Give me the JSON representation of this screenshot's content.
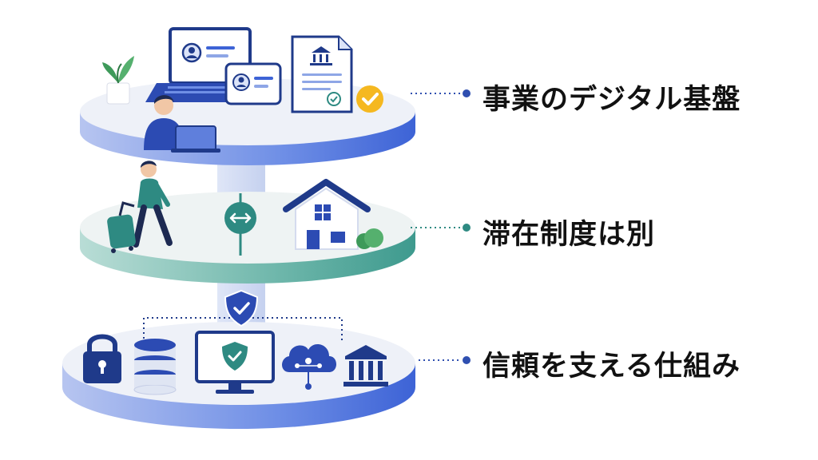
{
  "layers": [
    {
      "label": "事業のデジタル基盤",
      "connector_color": "#2f4fb0"
    },
    {
      "label": "滞在制度は別",
      "connector_color": "#2e8a82"
    },
    {
      "label": "信頼を支える仕組み",
      "connector_color": "#2f4fb0"
    }
  ],
  "colors": {
    "navy": "#1f3a8a",
    "blue": "#3d63d6",
    "teal": "#2e8a82",
    "gold": "#f5b820",
    "disc_top": "#eef1f8"
  },
  "icons": {
    "top": [
      "plant-icon",
      "laptop-profile-icon",
      "id-card-icon",
      "document-bank-icon",
      "check-badge-icon",
      "person-with-laptop-icon"
    ],
    "middle": [
      "traveler-with-suitcase-icon",
      "separator-arrows-icon",
      "house-icon"
    ],
    "bottom": [
      "shield-check-icon",
      "lock-icon",
      "database-icon",
      "monitor-shield-icon",
      "cloud-network-icon",
      "bank-building-icon"
    ]
  }
}
